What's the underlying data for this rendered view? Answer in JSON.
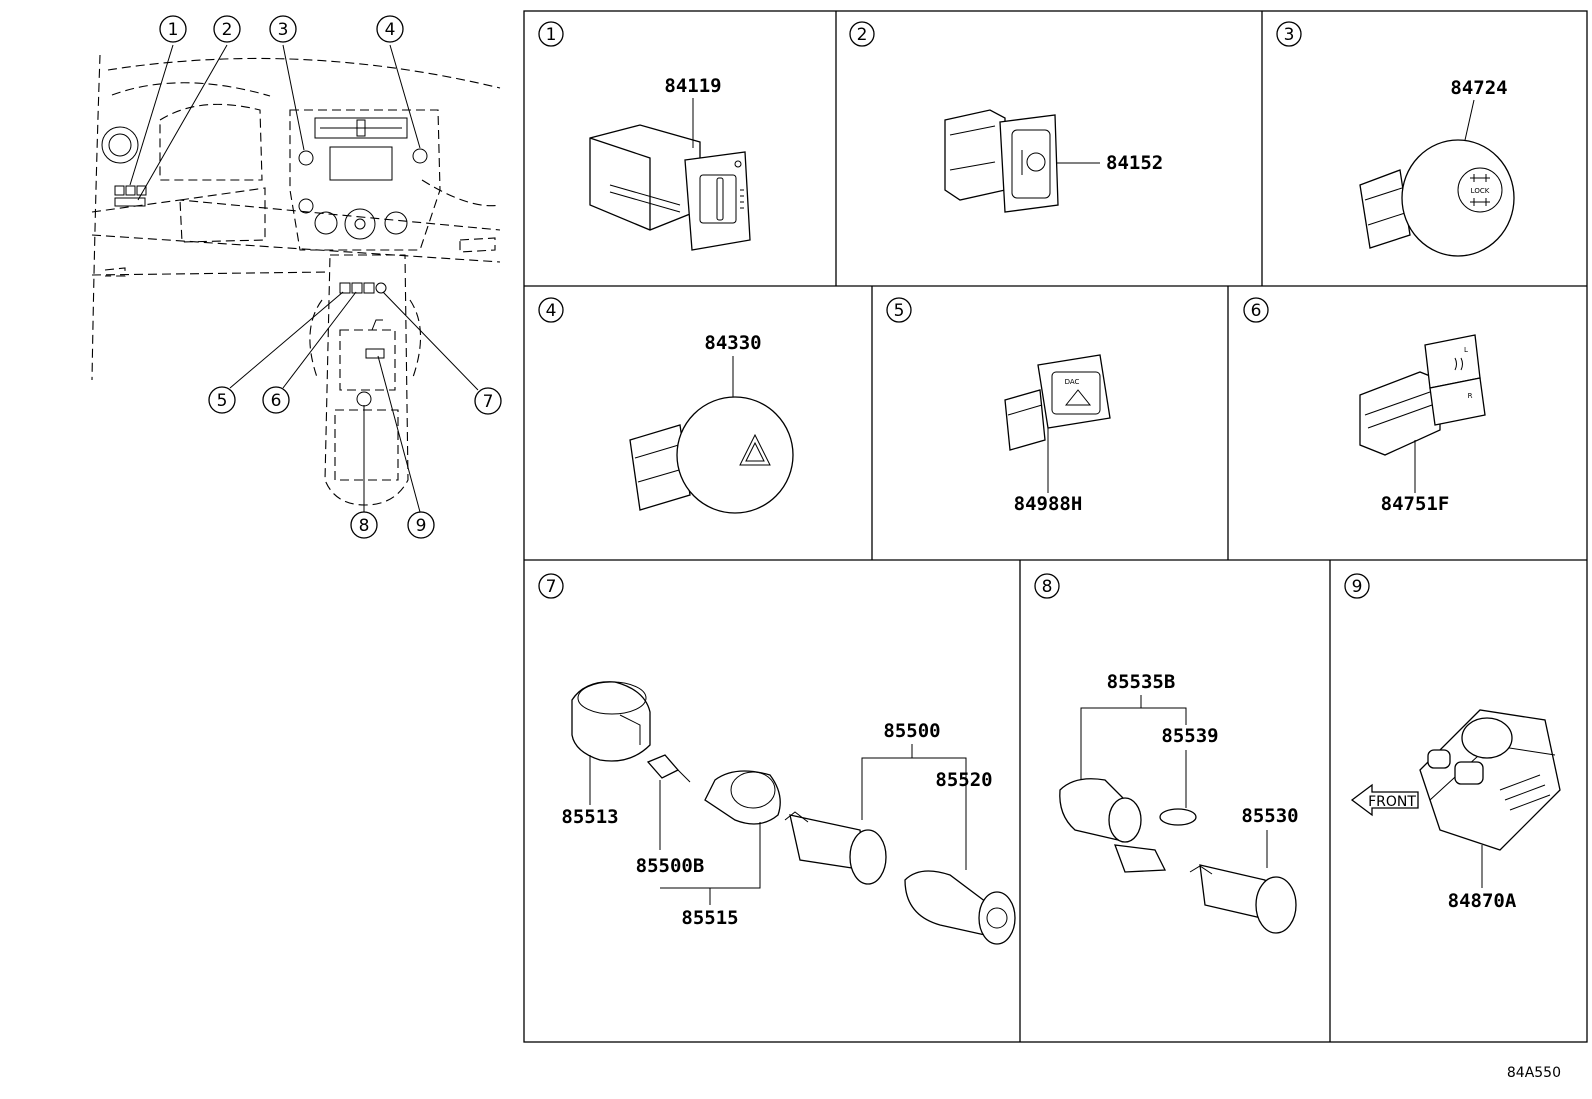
{
  "callouts": [
    "1",
    "2",
    "3",
    "4",
    "5",
    "6",
    "7",
    "8",
    "9"
  ],
  "panels": [
    {
      "num": "1",
      "parts": [
        "84119"
      ]
    },
    {
      "num": "2",
      "parts": [
        "84152"
      ]
    },
    {
      "num": "3",
      "parts": [
        "84724"
      ]
    },
    {
      "num": "4",
      "parts": [
        "84330"
      ]
    },
    {
      "num": "5",
      "parts": [
        "84988H"
      ]
    },
    {
      "num": "6",
      "parts": [
        "84751F"
      ]
    },
    {
      "num": "7",
      "parts": [
        "85513",
        "85500B",
        "85515",
        "85500",
        "85520"
      ]
    },
    {
      "num": "8",
      "parts": [
        "85535B",
        "85539",
        "85530"
      ]
    },
    {
      "num": "9",
      "parts": [
        "84870A"
      ]
    }
  ],
  "switch_markings": {
    "p3_lock": "LOCK",
    "p5_dac": "DAC",
    "p6_upper": "L",
    "p6_lower": "R"
  },
  "front_label": "FRONT",
  "diagram_code": "84A550"
}
